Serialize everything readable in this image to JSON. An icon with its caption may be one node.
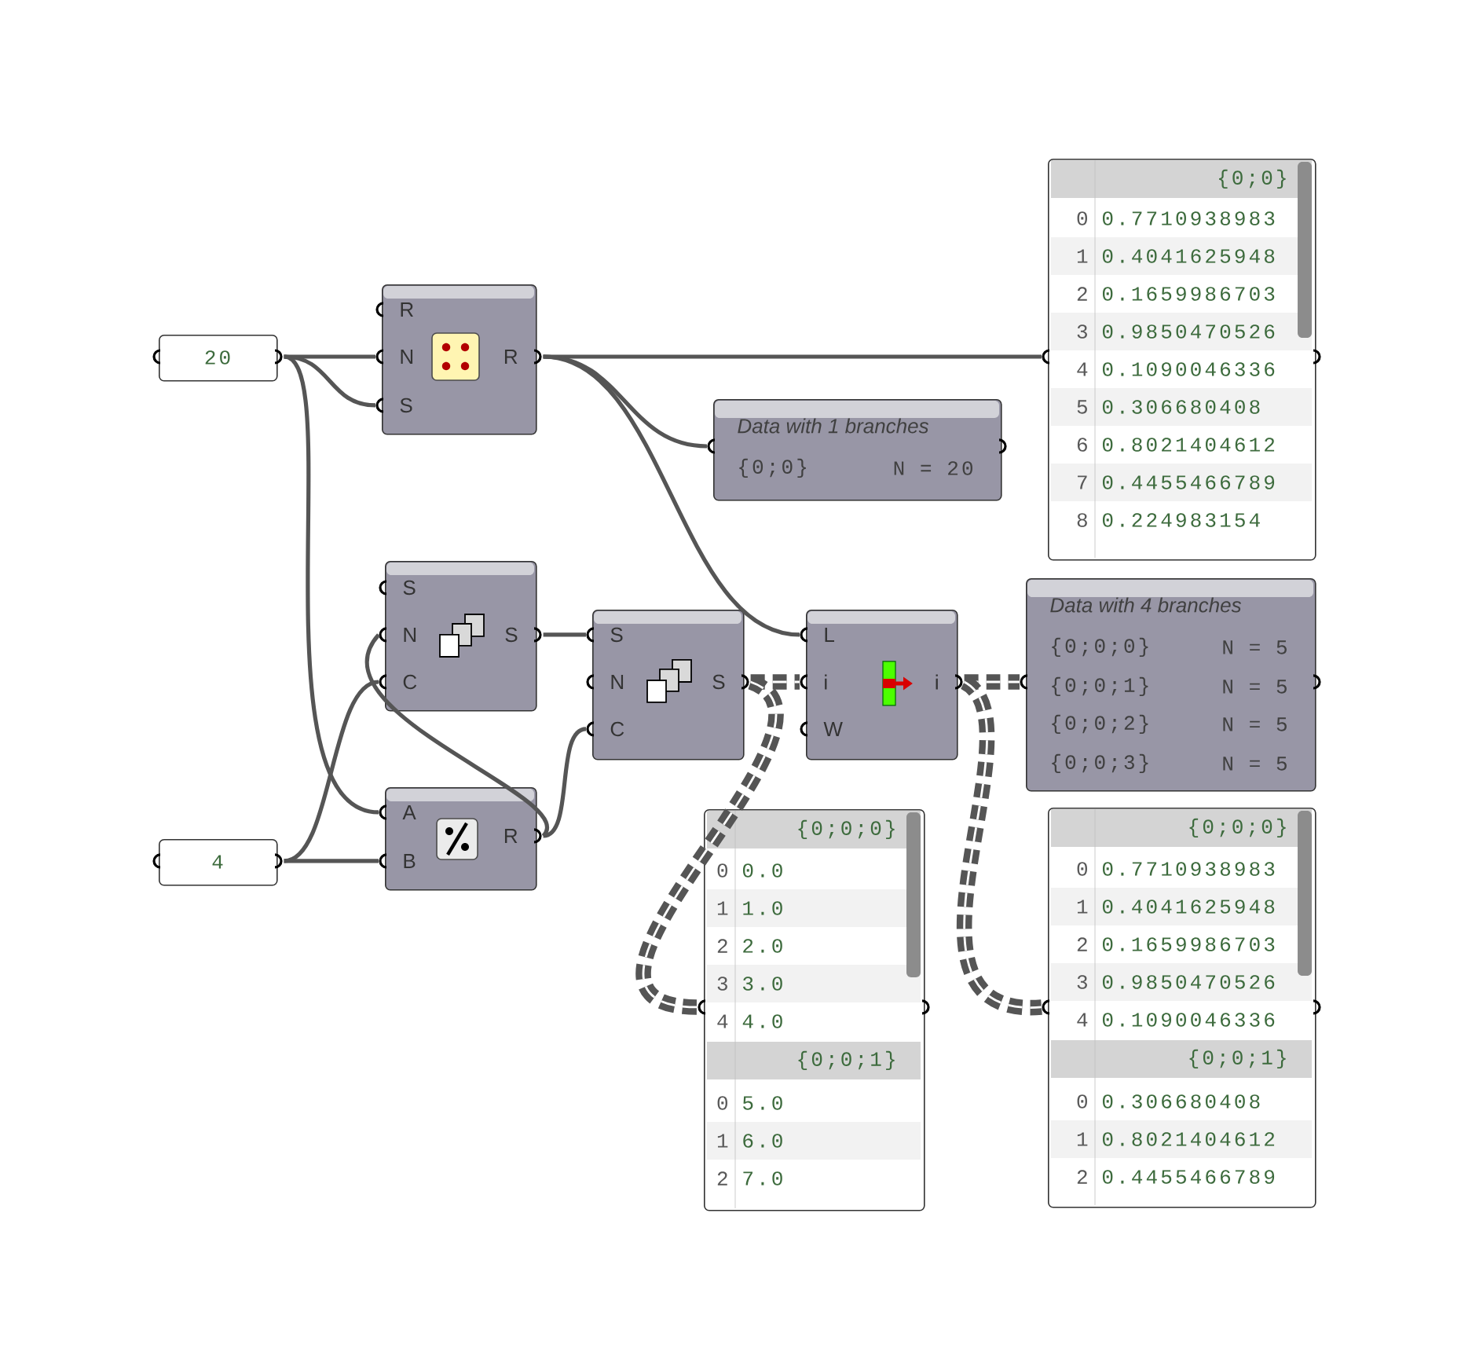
{
  "diagram": {
    "nodes": [
      {
        "text": [
          "20"
        ]
      },
      {
        "text": [
          "R",
          "N",
          "S",
          "R"
        ]
      },
      {
        "text": [
          "{0;0}",
          "0",
          "0.7710938983",
          "1",
          "0.4041625948",
          "2",
          "0.1659986703",
          "3",
          "0.9850470526",
          "4",
          "0.1090046336",
          "5",
          "0.306680408",
          "6",
          "0.8021404612",
          "7",
          "0.4455466789",
          "8",
          "0.224983154"
        ]
      },
      {
        "text": [
          "Data with 1 branches",
          "{0;0}",
          "N = 20"
        ]
      },
      {
        "text": [
          "S",
          "N",
          "C",
          "S"
        ]
      },
      {
        "text": [
          "S",
          "N",
          "C",
          "S"
        ]
      },
      {
        "text": [
          "L",
          "i",
          "W",
          "i"
        ]
      },
      {
        "text": [
          "Data with 4 branches",
          "{0;0;0}",
          "N = 5",
          "{0;0;1}",
          "N = 5",
          "{0;0;2}",
          "N = 5",
          "{0;0;3}",
          "N = 5"
        ]
      },
      {
        "text": [
          "4"
        ]
      },
      {
        "text": [
          "A",
          "B",
          "R"
        ]
      },
      {
        "text": [
          "{0;0;0}",
          "0",
          "0.0",
          "1",
          "1.0",
          "2",
          "2.0",
          "3",
          "3.0",
          "4",
          "4.0",
          "{0;0;1}",
          "0",
          "5.0",
          "1",
          "6.0",
          "2",
          "7.0"
        ]
      },
      {
        "text": [
          "{0;0;0}",
          "0",
          "0.7710938983",
          "1",
          "0.4041625948",
          "2",
          "0.1659986703",
          "3",
          "0.9850470526",
          "4",
          "0.1090046336",
          "{0;0;1}",
          "0",
          "0.306680408",
          "1",
          "0.8021404612",
          "2",
          "0.4455466789"
        ]
      }
    ],
    "edges": [
      {
        "from": 0,
        "to": 1,
        "arrow": "none"
      },
      {
        "from": 0,
        "to": 1,
        "arrow": "none"
      },
      {
        "from": 0,
        "to": 9,
        "arrow": "none"
      },
      {
        "from": 8,
        "to": 9,
        "arrow": "none"
      },
      {
        "from": 8,
        "to": 4,
        "arrow": "none"
      },
      {
        "from": 9,
        "to": 4,
        "arrow": "none"
      },
      {
        "from": 9,
        "to": 5,
        "arrow": "none"
      },
      {
        "from": 4,
        "to": 5,
        "arrow": "none"
      },
      {
        "from": 1,
        "to": 2,
        "arrow": "none"
      },
      {
        "from": 1,
        "to": 3,
        "arrow": "none"
      },
      {
        "from": 1,
        "to": 6,
        "arrow": "none"
      },
      {
        "from": 5,
        "to": 6,
        "arrow": "none",
        "style": "dashed"
      },
      {
        "from": 5,
        "to": 10,
        "arrow": "none",
        "style": "dashed"
      },
      {
        "from": 6,
        "to": 7,
        "arrow": "none",
        "style": "dashed"
      },
      {
        "from": 6,
        "to": 11,
        "arrow": "none",
        "style": "dashed"
      }
    ]
  }
}
